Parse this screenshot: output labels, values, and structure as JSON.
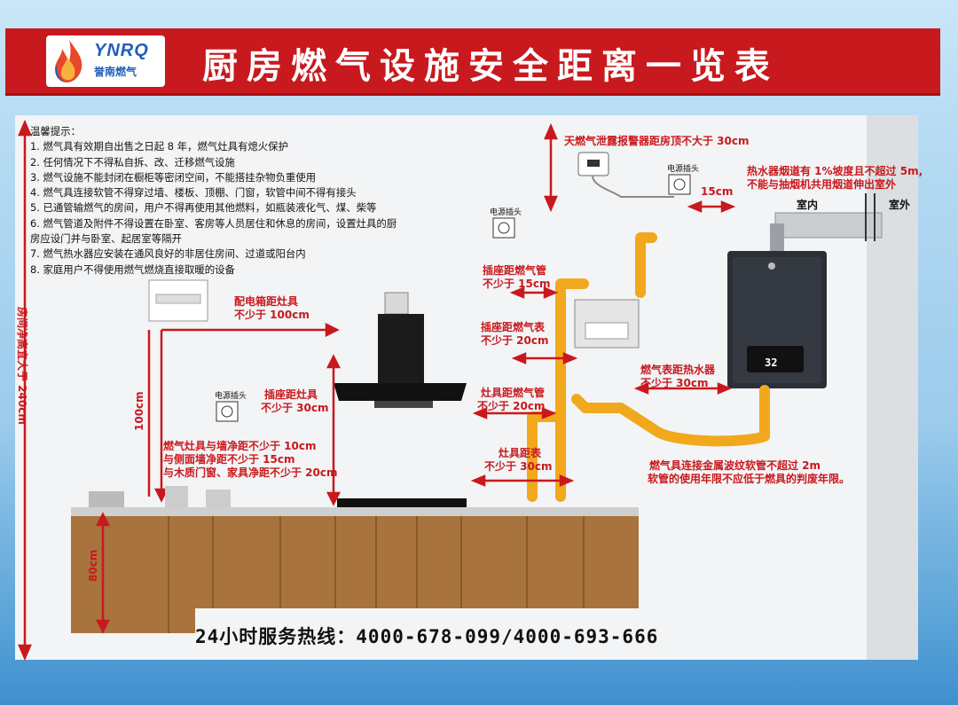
{
  "header": {
    "logo_text": "YNRQ",
    "logo_sub": "誉南燃气",
    "title": "厨房燃气设施安全距离一览表"
  },
  "tips": {
    "heading": "温馨提示：",
    "items": [
      "1. 燃气具有效期自出售之日起 8 年，燃气灶具有熄火保护",
      "2. 任何情况下不得私自拆、改、迁移燃气设施",
      "3. 燃气设施不能封闭在橱柜等密闭空间，不能搭挂杂物负重使用",
      "4. 燃气具连接软管不得穿过墙、楼板、顶棚、门窗，软管中间不得有接头",
      "5. 已通管输燃气的房间，用户不得再使用其他燃料，如瓶装液化气、煤、柴等",
      "6. 燃气管道及附件不得设置在卧室、客房等人员居住和休息的房间，设置灶具的厨",
      "房应设门并与卧室、起居室等隔开",
      "7. 燃气热水器应安装在通风良好的非居住房间、过道或阳台内",
      "8. 家庭用户不得使用燃气燃烧直接取暖的设备"
    ]
  },
  "labels": {
    "alarm": "天燃气泄露报警器距房顶不大于 30cm",
    "flue_1": "热水器烟道有 1%坡度且不超过 5m,",
    "flue_2": "不能与抽烟机共用烟道伸出室外",
    "indoor": "室内",
    "outdoor": "室外",
    "cm15": "15cm",
    "socket_pipe_1": "插座距燃气管",
    "socket_pipe_2": "不少于 15cm",
    "socket_meter_1": "插座距燃气表",
    "socket_meter_2": "不少于 20cm",
    "elec_box_1": "配电箱距灶具",
    "elec_box_2": "不少于 100cm",
    "socket_stove_1": "插座距灶具",
    "socket_stove_2": "不少于 30cm",
    "meter_heater_1": "燃气表距热水器",
    "meter_heater_2": "不少于 30cm",
    "stove_pipe_1": "灶具距燃气管",
    "stove_pipe_2": "不少于 20cm",
    "stove_meter_1": "灶具距表",
    "stove_meter_2": "不少于 30cm",
    "clearance_1": "燃气灶具与墙净距不少于 10cm",
    "clearance_2": "与侧面墙净距不少于 15cm",
    "clearance_3": "与木质门窗、家具净距不少于 20cm",
    "hose_1": "燃气具连接金属波纹软管不超过 2m",
    "hose_2": "软管的使用年限不应低于燃具的判废年限。",
    "height_100": "100cm",
    "height_80": "80cm",
    "room_height": "房间净高宜大于 240cm",
    "outlet": "电源插头",
    "heater_display": "32"
  },
  "footer": {
    "hotline": "24小时服务热线：4000-678-099/4000-693-666"
  },
  "colors": {
    "banner_red": "#c8191e",
    "pipe_yellow": "#f2a81d",
    "cabinet_wood": "#a8733d",
    "heater_dark": "#2b2f36"
  }
}
